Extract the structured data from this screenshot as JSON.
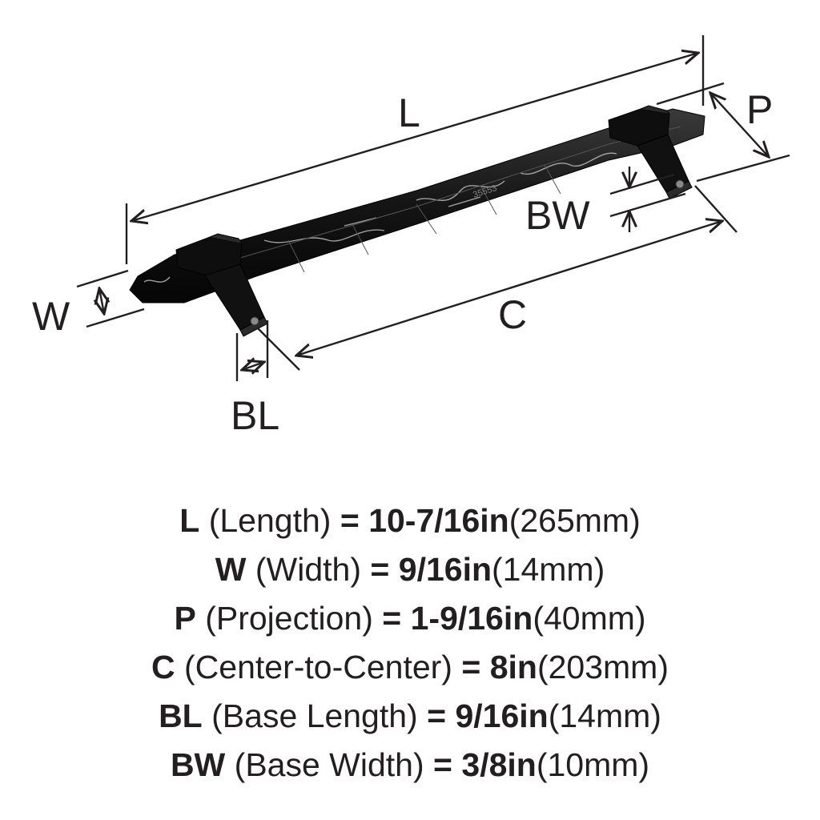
{
  "diagram": {
    "labels": {
      "L": "L",
      "P": "P",
      "BW": "BW",
      "W": "W",
      "C": "C",
      "BL": "BL"
    },
    "product_marking": "35553"
  },
  "specs": [
    {
      "code": "L",
      "name": "(Length)",
      "eq": "=",
      "imperial": "10-7/16in",
      "metric": "(265mm)"
    },
    {
      "code": "W",
      "name": "(Width)",
      "eq": "=",
      "imperial": "9/16in",
      "metric": "(14mm)"
    },
    {
      "code": "P",
      "name": "(Projection)",
      "eq": "=",
      "imperial": "1-9/16in",
      "metric": "(40mm)"
    },
    {
      "code": "C",
      "name": "(Center-to-Center)",
      "eq": "=",
      "imperial": "8in",
      "metric": "(203mm)"
    },
    {
      "code": "BL",
      "name": "(Base Length)",
      "eq": "=",
      "imperial": "9/16in",
      "metric": "(14mm)"
    },
    {
      "code": "BW",
      "name": "(Base Width)",
      "eq": "=",
      "imperial": "3/8in",
      "metric": "(10mm)"
    }
  ]
}
